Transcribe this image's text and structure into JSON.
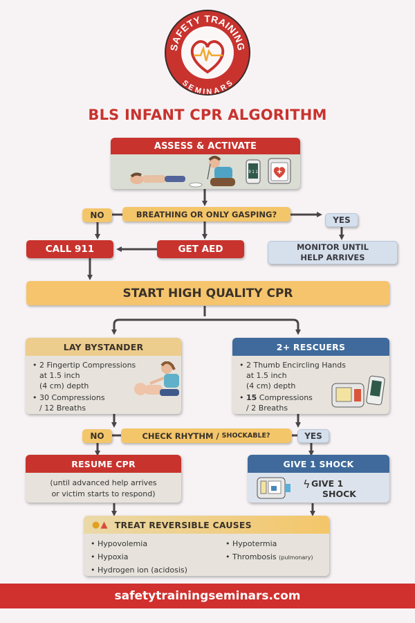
{
  "logo": {
    "top_text": "SAFETY TRAINING",
    "bottom_text": "SEMINARS",
    "icon": "heart-pulse-icon",
    "brand_color": "#c8332e"
  },
  "title": "BLS INFANT CPR ALGORITHM",
  "assess": {
    "header": "ASSESS & ACTIVATE",
    "illustrations": [
      "infant-lying-figure",
      "rescuer-kneeling-figure",
      "phone-icon",
      "aed-icon"
    ],
    "phone_text": "9 1 1"
  },
  "decision1": {
    "question": "BREATHING OR ONLY GASPING?",
    "no_label": "NO",
    "yes_label": "YES"
  },
  "call911": "CALL 911",
  "get_aed": "GET AED",
  "monitor": {
    "line1": "MONITOR UNTIL",
    "line2": "HELP ARRIVES"
  },
  "start_cpr": "START HIGH QUALITY CPR",
  "lay_bystander": {
    "header": "LAY BYSTANDER",
    "bullets": [
      {
        "lines": [
          "2 Fingertip Compressions",
          "at 1.5 inch",
          "(4 cm) depth"
        ]
      },
      {
        "lines": [
          "30 Compressions",
          "/ 12 Breaths"
        ]
      }
    ]
  },
  "rescuers": {
    "header": "2+ RESCUERS",
    "bullets": [
      {
        "lines": [
          "2 Thumb Encircling Hands",
          "at 1.5 inch",
          "(4 cm) depth"
        ]
      },
      {
        "bold": "15",
        "rest": " Compressions",
        "line2": "/ 2 Breaths"
      }
    ]
  },
  "decision2": {
    "question_main": "CHECK RHYTHM / ",
    "question_small": "SHOCKABLE?",
    "no_label": "NO",
    "yes_label": "YES"
  },
  "resume": {
    "header": "RESUME CPR",
    "line1": "(until advanced help arrives",
    "line2": "or victim starts to respond)"
  },
  "shock": {
    "header": "GIVE 1 SHOCK",
    "line1": "GIVE 1",
    "line2": "SHOCK"
  },
  "causes": {
    "header": "TREAT REVERSIBLE CAUSES",
    "left": [
      "Hypovolemia",
      "Hypoxia",
      "Hydrogen ion (acidosis)"
    ],
    "right": [
      "Hypotermia",
      "Thrombosis"
    ],
    "right_note": "(pulmonary)"
  },
  "footer": "safetytrainingseminars.com"
}
